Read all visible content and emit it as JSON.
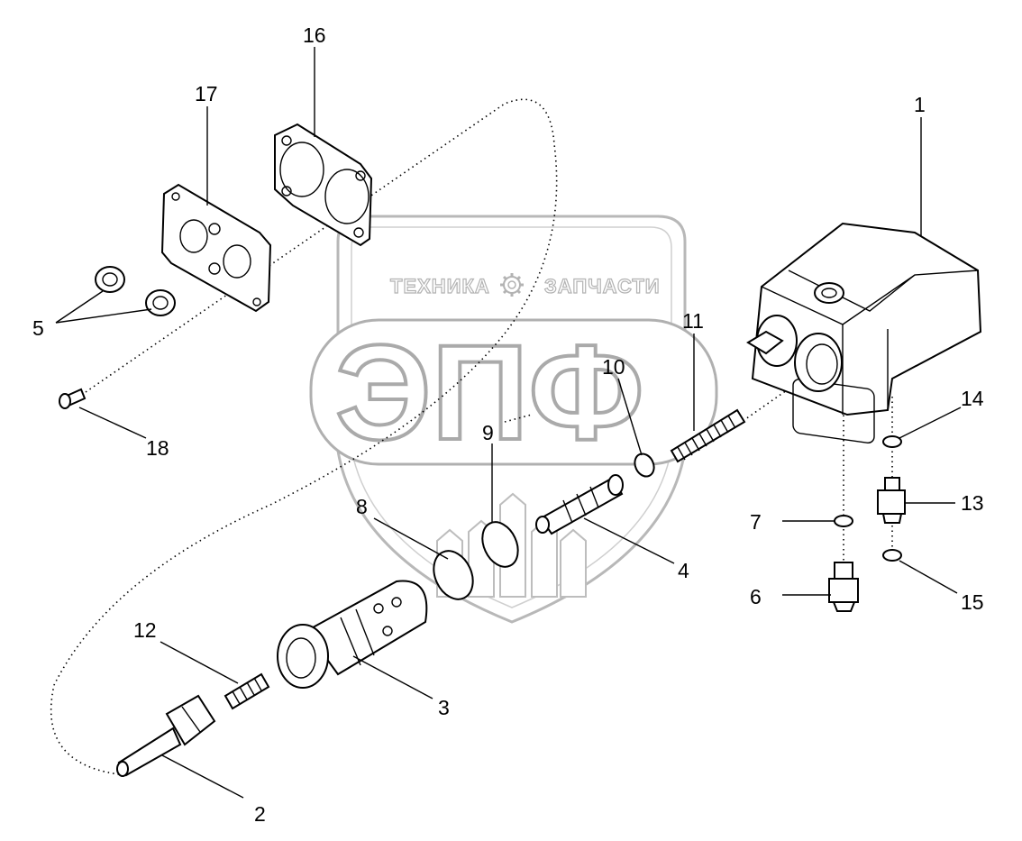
{
  "watermark": {
    "top_left": "ТЕХНИКА",
    "top_right": "ЗАПЧАСТИ",
    "big": "ЭПФ",
    "gear_icon": "gear-icon"
  },
  "callouts": [
    {
      "id": "c1",
      "label": "1"
    },
    {
      "id": "c2",
      "label": "2"
    },
    {
      "id": "c3",
      "label": "3"
    },
    {
      "id": "c4",
      "label": "4"
    },
    {
      "id": "c5",
      "label": "5"
    },
    {
      "id": "c6",
      "label": "6"
    },
    {
      "id": "c7",
      "label": "7"
    },
    {
      "id": "c8",
      "label": "8"
    },
    {
      "id": "c9",
      "label": "9"
    },
    {
      "id": "c10",
      "label": "10"
    },
    {
      "id": "c11",
      "label": "11"
    },
    {
      "id": "c12",
      "label": "12"
    },
    {
      "id": "c13",
      "label": "13"
    },
    {
      "id": "c14",
      "label": "14"
    },
    {
      "id": "c15",
      "label": "15"
    },
    {
      "id": "c16",
      "label": "16"
    },
    {
      "id": "c17",
      "label": "17"
    },
    {
      "id": "c18",
      "label": "18"
    }
  ]
}
